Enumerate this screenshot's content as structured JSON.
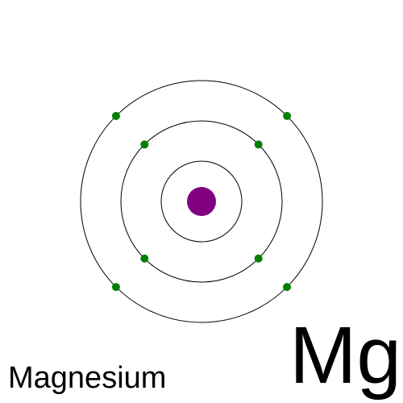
{
  "element": {
    "name": "Magnesium",
    "symbol": "Mg"
  },
  "atom": {
    "nucleus_color": "#800080",
    "electron_color": "#008000",
    "orbit_color": "#000000",
    "shells": [
      {
        "electrons": 0
      },
      {
        "electrons": 4
      },
      {
        "electrons": 4
      }
    ]
  }
}
